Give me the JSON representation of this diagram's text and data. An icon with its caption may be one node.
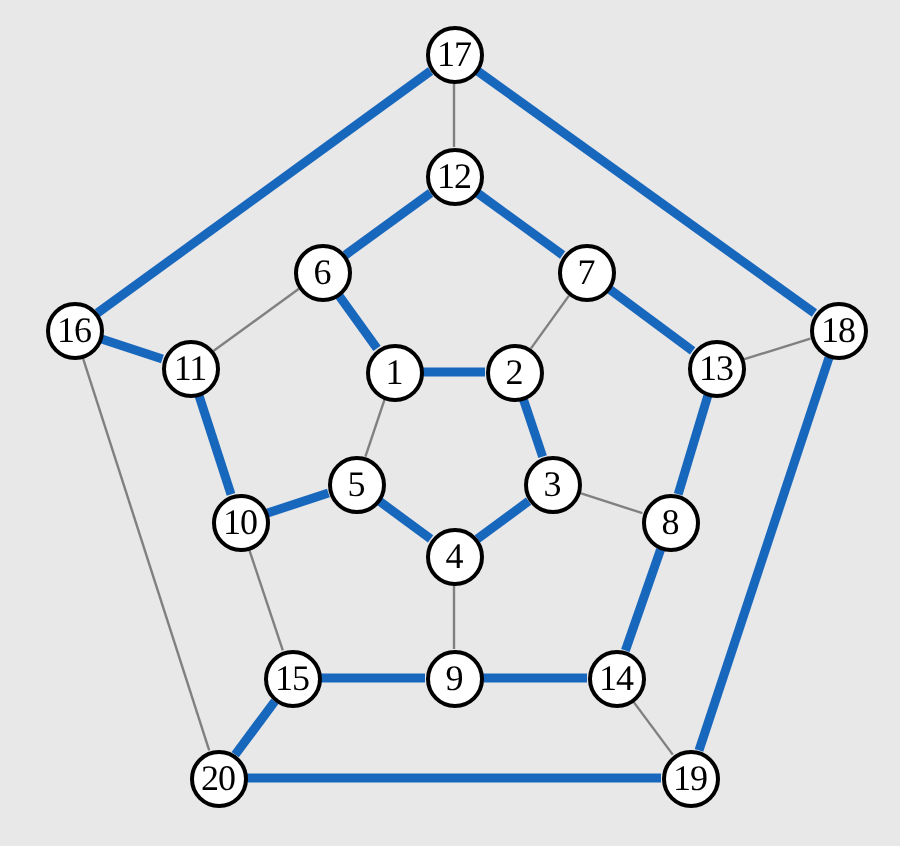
{
  "diagram": {
    "nodes": [
      {
        "text": [
          "17"
        ]
      },
      {
        "text": [
          "12"
        ]
      },
      {
        "text": [
          "6"
        ]
      },
      {
        "text": [
          "7"
        ]
      },
      {
        "text": [
          "16"
        ]
      },
      {
        "text": [
          "18"
        ]
      },
      {
        "text": [
          "11"
        ]
      },
      {
        "text": [
          "1"
        ]
      },
      {
        "text": [
          "2"
        ]
      },
      {
        "text": [
          "13"
        ]
      },
      {
        "text": [
          "5"
        ]
      },
      {
        "text": [
          "3"
        ]
      },
      {
        "text": [
          "10"
        ]
      },
      {
        "text": [
          "8"
        ]
      },
      {
        "text": [
          "4"
        ]
      },
      {
        "text": [
          "15"
        ]
      },
      {
        "text": [
          "9"
        ]
      },
      {
        "text": [
          "14"
        ]
      },
      {
        "text": [
          "20"
        ]
      },
      {
        "text": [
          "19"
        ]
      }
    ],
    "edges": [
      {
        "from": 0,
        "to": 4,
        "arrow": "none"
      },
      {
        "from": 0,
        "to": 5,
        "arrow": "none"
      },
      {
        "from": 0,
        "to": 1,
        "arrow": "none",
        "color": "#808080"
      },
      {
        "from": 1,
        "to": 2,
        "arrow": "none"
      },
      {
        "from": 1,
        "to": 3,
        "arrow": "none"
      },
      {
        "from": 2,
        "to": 6,
        "arrow": "none",
        "color": "#808080"
      },
      {
        "from": 2,
        "to": 7,
        "arrow": "none"
      },
      {
        "from": 3,
        "to": 8,
        "arrow": "none",
        "color": "#808080"
      },
      {
        "from": 3,
        "to": 9,
        "arrow": "none"
      },
      {
        "from": 4,
        "to": 6,
        "arrow": "none"
      },
      {
        "from": 4,
        "to": 18,
        "arrow": "none",
        "color": "#808080"
      },
      {
        "from": 9,
        "to": 5,
        "arrow": "none",
        "color": "#808080"
      },
      {
        "from": 5,
        "to": 19,
        "arrow": "none"
      },
      {
        "from": 7,
        "to": 8,
        "arrow": "none"
      },
      {
        "from": 7,
        "to": 10,
        "arrow": "none",
        "color": "#808080"
      },
      {
        "from": 8,
        "to": 11,
        "arrow": "none"
      },
      {
        "from": 6,
        "to": 12,
        "arrow": "none"
      },
      {
        "from": 10,
        "to": 12,
        "arrow": "none"
      },
      {
        "from": 10,
        "to": 14,
        "arrow": "none"
      },
      {
        "from": 11,
        "to": 14,
        "arrow": "none"
      },
      {
        "from": 11,
        "to": 13,
        "arrow": "none",
        "color": "#808080"
      },
      {
        "from": 9,
        "to": 13,
        "arrow": "none"
      },
      {
        "from": 12,
        "to": 15,
        "arrow": "none",
        "color": "#808080"
      },
      {
        "from": 13,
        "to": 17,
        "arrow": "none"
      },
      {
        "from": 14,
        "to": 16,
        "arrow": "none",
        "color": "#808080"
      },
      {
        "from": 15,
        "to": 16,
        "arrow": "none"
      },
      {
        "from": 16,
        "to": 17,
        "arrow": "none"
      },
      {
        "from": 15,
        "to": 18,
        "arrow": "none"
      },
      {
        "from": 17,
        "to": 19,
        "arrow": "none",
        "color": "#808080"
      },
      {
        "from": 18,
        "to": 19,
        "arrow": "none"
      }
    ]
  }
}
